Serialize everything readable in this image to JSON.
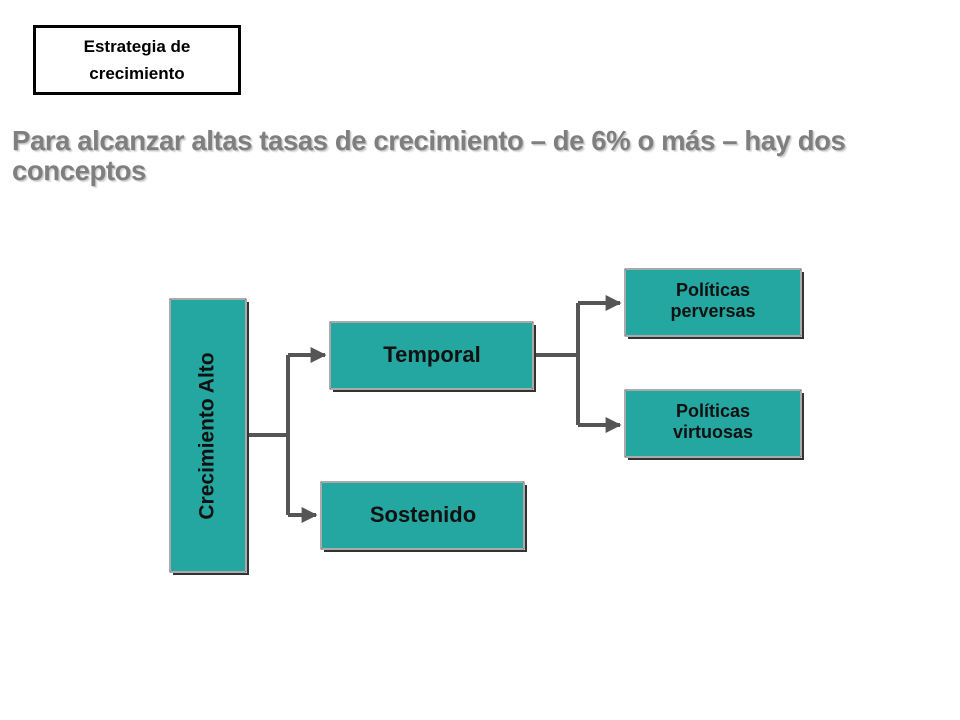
{
  "tag": {
    "text": "Estrategia de\ncrecimiento"
  },
  "headline": "Para alcanzar altas tasas de crecimiento – de 6% o más – hay dos conceptos",
  "diagram": {
    "root": "Crecimiento Alto",
    "temporal": "Temporal",
    "sostenido": "Sostenido",
    "perversas": [
      "Políticas",
      "perversas"
    ],
    "virtuosas": [
      "Políticas",
      "virtuosas"
    ]
  },
  "colors": {
    "box_fill": "#23a7a0",
    "connector": "#555555",
    "headline": "#7f7f7f"
  }
}
